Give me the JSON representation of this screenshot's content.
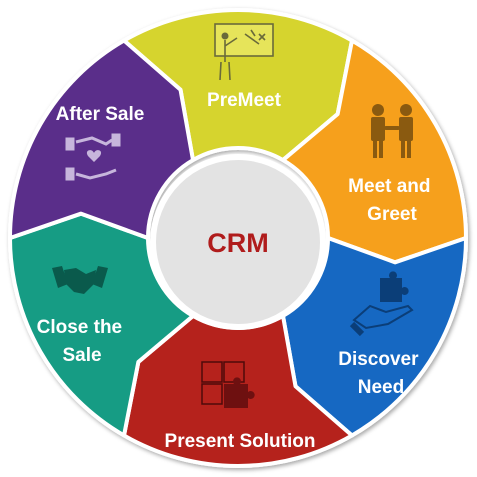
{
  "center": {
    "label": "CRM",
    "label_color": "#b01c1c",
    "fill": "#e3e3e3"
  },
  "segments": [
    {
      "id": "premeet",
      "label_lines": [
        "PreMeet"
      ],
      "color": "#d6d42e",
      "icon": "presentation-board-icon"
    },
    {
      "id": "meet-greet",
      "label_lines": [
        "Meet and",
        "Greet"
      ],
      "color": "#f6a01e",
      "icon": "handshake-people-icon"
    },
    {
      "id": "discover-need",
      "label_lines": [
        "Discover",
        "Need"
      ],
      "color": "#1467c2",
      "icon": "hand-puzzle-icon"
    },
    {
      "id": "present",
      "label_lines": [
        "Present Solution"
      ],
      "color": "#b5221d",
      "icon": "puzzle-pieces-icon"
    },
    {
      "id": "close",
      "label_lines": [
        "Close the",
        "Sale"
      ],
      "color": "#159c84",
      "icon": "handshake-icon"
    },
    {
      "id": "after-sale",
      "label_lines": [
        "After Sale"
      ],
      "color": "#5a2d8a",
      "icon": "hands-heart-icon"
    }
  ]
}
